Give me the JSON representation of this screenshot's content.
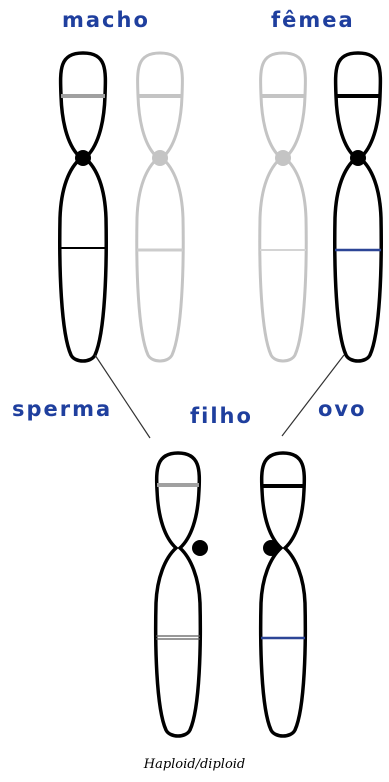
{
  "labels": {
    "male": "macho",
    "female": "fêmea",
    "sperm": "sperma",
    "egg": "ovo",
    "offspring": "filho"
  },
  "footer": "Haploid/diploid",
  "colors": {
    "label_blue": "#1f3f9e",
    "outline_dark": "#000000",
    "outline_faded": "#c4c4c4",
    "band_gray": "#a0a0a0",
    "band_light": "#cccccc",
    "band_black": "#000000",
    "band_blue": "#2c4596"
  }
}
